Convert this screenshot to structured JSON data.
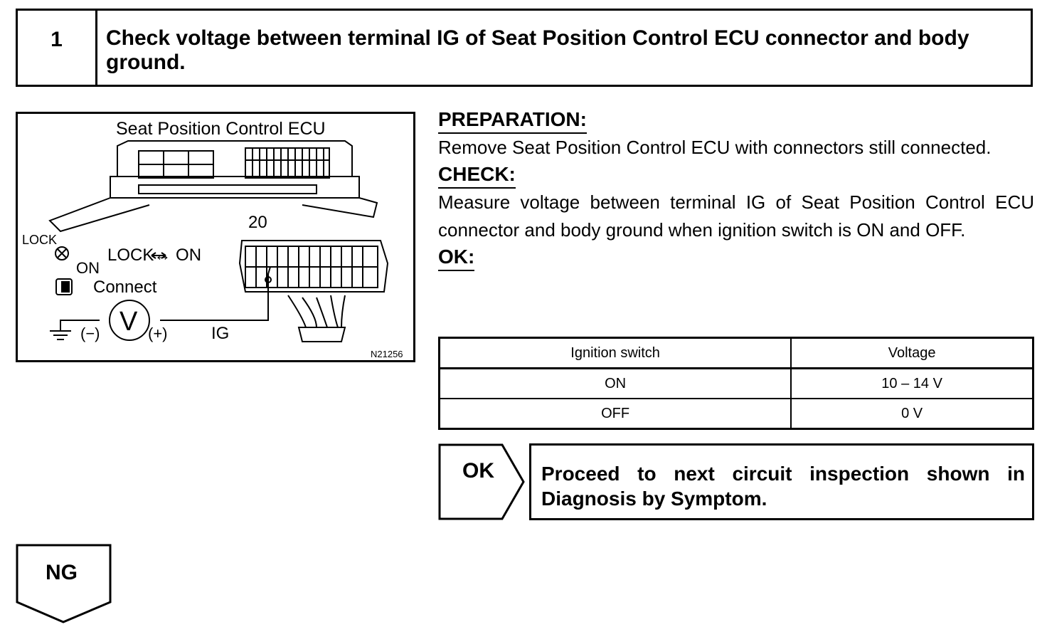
{
  "step": {
    "number": "1",
    "title": "Check voltage between terminal IG of Seat Position Control ECU connector and body ground."
  },
  "figure": {
    "title": "Seat Position Control ECU",
    "terminal_number": "20",
    "lock_label": "LOCK",
    "on_label": "ON",
    "switch_label": "LOCK↔ ON",
    "connect_label": "Connect",
    "minus_label": "(−)",
    "plus_label": "(+)",
    "meter_label": "V",
    "ig_label": "IG",
    "figure_code": "N21256"
  },
  "preparation": {
    "heading": "PREPARATION:",
    "text": "Remove Seat Position Control ECU with connectors still connected."
  },
  "check": {
    "heading": "CHECK:",
    "text": "Measure voltage between terminal IG of Seat Position Control ECU connector and body ground when ignition switch is ON and OFF."
  },
  "ok_spec": {
    "heading": "OK:",
    "columns": [
      "Ignition switch",
      "Voltage"
    ],
    "rows": [
      [
        "ON",
        "10 – 14 V"
      ],
      [
        "OFF",
        "0 V"
      ]
    ]
  },
  "ok_result": {
    "tag": "OK",
    "text": "Proceed to next circuit inspection shown in Diagnosis by Symptom."
  },
  "ng_result": {
    "tag": "NG"
  }
}
